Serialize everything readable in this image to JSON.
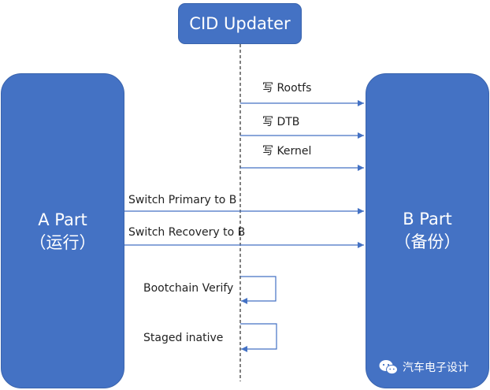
{
  "colors": {
    "box_fill": "#4472c4",
    "box_text": "#ffffff",
    "arrow": "#4472c4",
    "lifeline": "#000000"
  },
  "cid_updater": {
    "label": "CID Updater"
  },
  "a_part": {
    "line1": "A Part",
    "line2": "（运行）"
  },
  "b_part": {
    "line1": "B Part",
    "line2": "（备份）"
  },
  "messages": {
    "write_rootfs": "写 Rootfs",
    "write_dtb": "写 DTB",
    "write_kernel": "写 Kernel",
    "switch_primary": "Switch Primary to B",
    "switch_recovery": "Switch Recovery to B",
    "bootchain_verify": "Bootchain Verify",
    "staged_inactive": "Staged inative"
  },
  "watermark": {
    "text": "汽车电子设计",
    "icon": "wechat-icon"
  }
}
